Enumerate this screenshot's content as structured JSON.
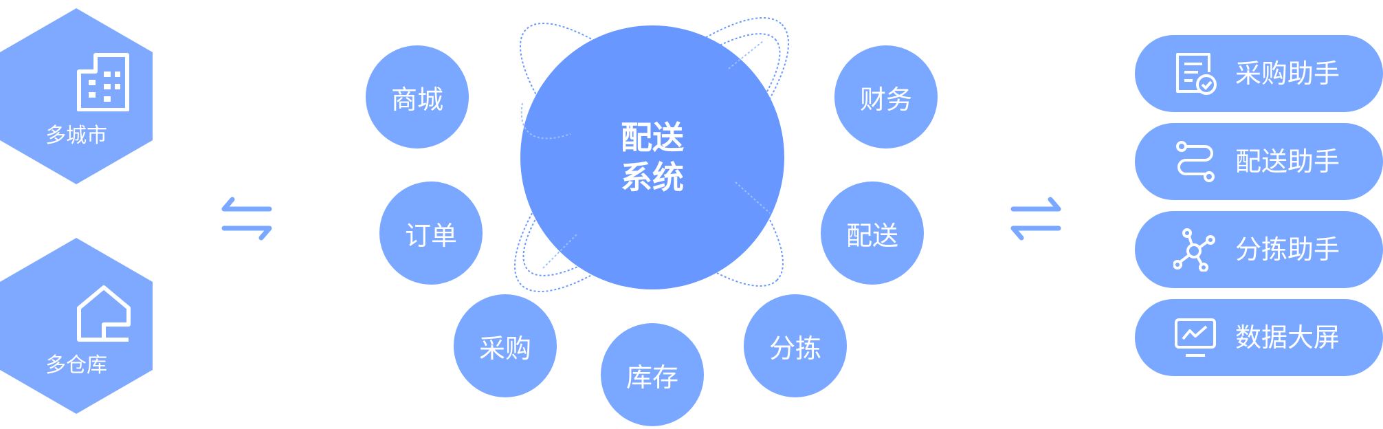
{
  "left": {
    "items": [
      {
        "label": "多城市",
        "icon": "building-icon"
      },
      {
        "label": "多仓库",
        "icon": "warehouse-icon"
      }
    ]
  },
  "center": {
    "title_line1": "配送",
    "title_line2": "系统",
    "modules": [
      "商城",
      "订单",
      "采购",
      "库存",
      "分拣",
      "配送",
      "财务"
    ]
  },
  "right": {
    "items": [
      {
        "label": "采购助手",
        "icon": "purchase-doc-icon"
      },
      {
        "label": "配送助手",
        "icon": "route-icon"
      },
      {
        "label": "分拣助手",
        "icon": "network-icon"
      },
      {
        "label": "数据大屏",
        "icon": "monitor-chart-icon"
      }
    ]
  },
  "colors": {
    "accent": "#6898ff",
    "light": "#7aa7ff",
    "hex": "#7fa9ff"
  }
}
